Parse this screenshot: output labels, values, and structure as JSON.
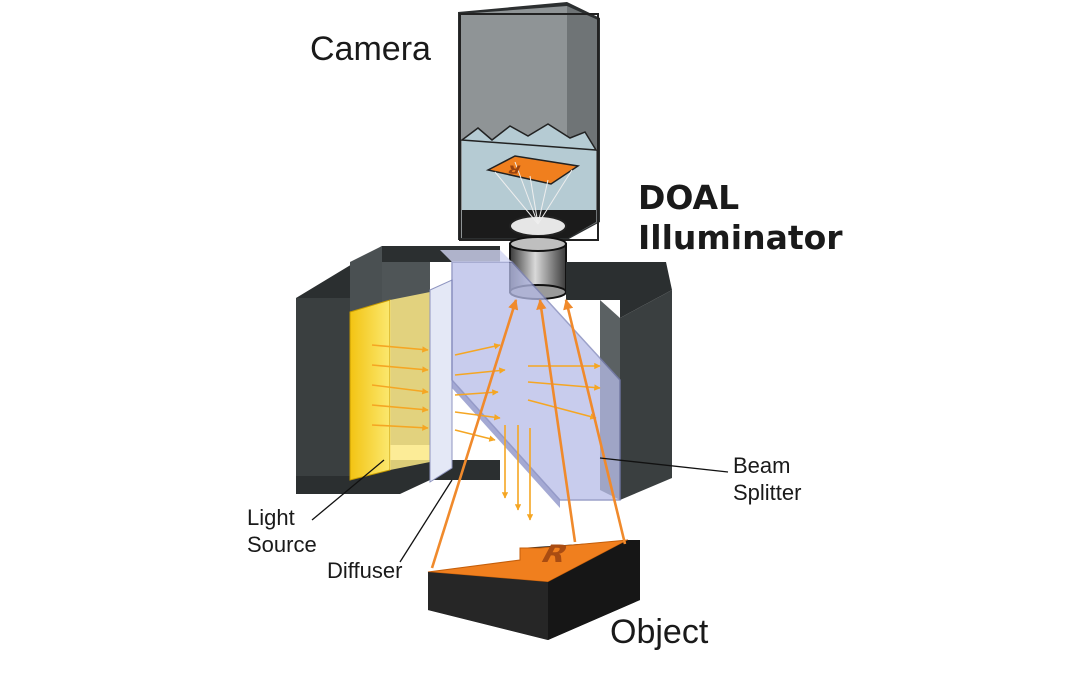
{
  "labels": {
    "camera": "Camera",
    "title_line1": "DOAL",
    "title_line2": "Illuminator",
    "beam_line1": "Beam",
    "beam_line2": "Splitter",
    "light_line1": "Light",
    "light_line2": "Source",
    "diffuser": "Diffuser",
    "object": "Object",
    "object_mark": "R",
    "image_mark": "R"
  },
  "colors": {
    "housing": "#3a3f40",
    "housing_top": "#2b2f30",
    "light_source": "#f6d31c",
    "beam_splitter": "#b6bce8",
    "light_rays": "#f5a623",
    "reflected_rays": "#f08a2c",
    "object_top": "#f07f1e",
    "object_body": "#252525",
    "camera_body": "#8f9496"
  }
}
